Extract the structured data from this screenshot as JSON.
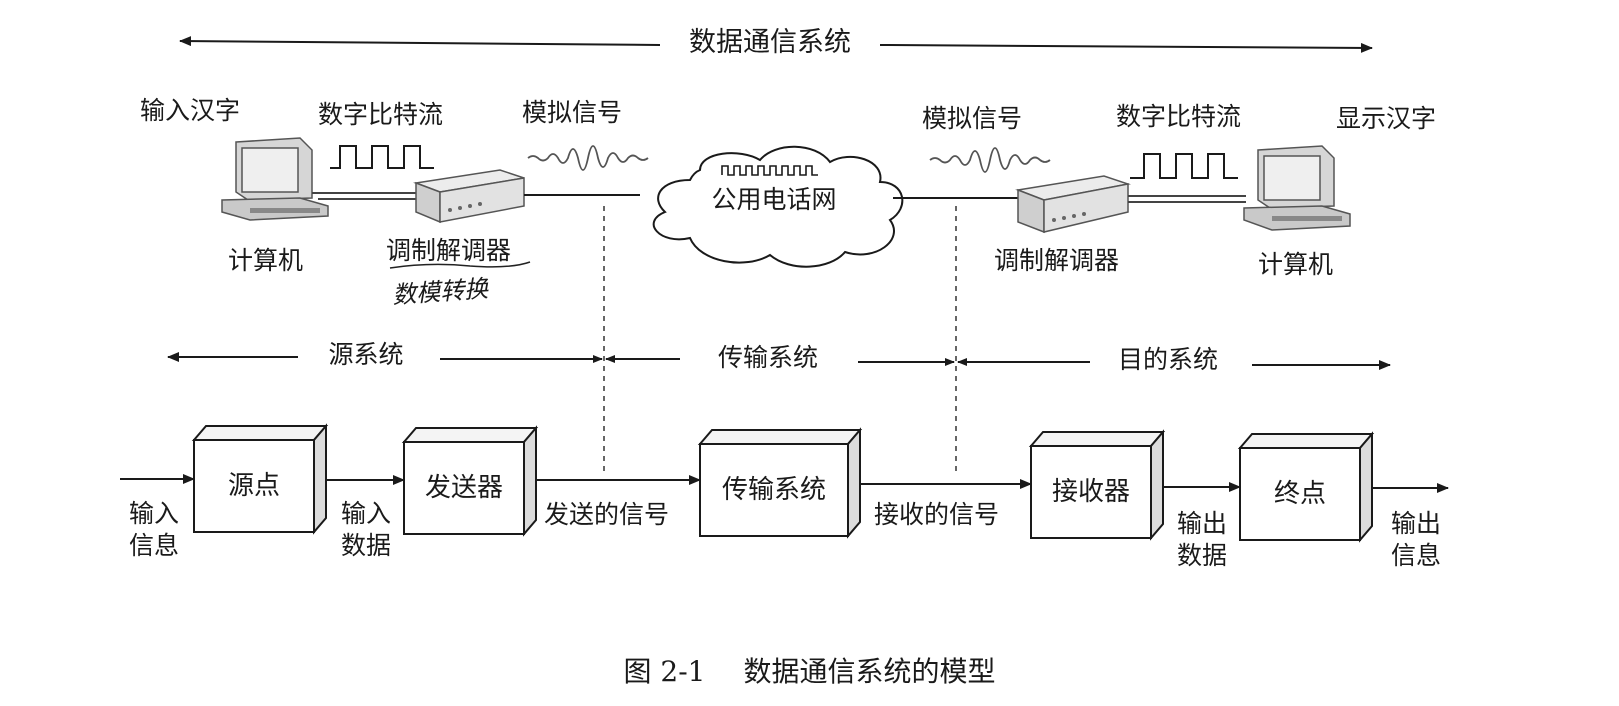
{
  "title": "数据通信系统",
  "top": {
    "left_input_label": "输入汉字",
    "left_bits_label": "数字比特流",
    "left_analog_label": "模拟信号",
    "right_analog_label": "模拟信号",
    "right_bits_label": "数字比特流",
    "right_display_label": "显示汉字",
    "cloud_label": "公用电话网",
    "left_computer_label": "计算机",
    "left_modem_label": "调制解调器",
    "right_modem_label": "调制解调器",
    "right_computer_label": "计算机",
    "handwritten_note": "数模转换"
  },
  "sections": {
    "source": "源系统",
    "transmission": "传输系统",
    "destination": "目的系统"
  },
  "blocks": {
    "source_box": "源点",
    "transmitter_box": "发送器",
    "transmission_box": "传输系统",
    "receiver_box": "接收器",
    "destination_box": "终点"
  },
  "flow_labels": {
    "input_info": [
      "输入",
      "信息"
    ],
    "input_data": [
      "输入",
      "数据"
    ],
    "sent_signal": "发送的信号",
    "received_signal": "接收的信号",
    "output_data": [
      "输出",
      "数据"
    ],
    "output_info": [
      "输出",
      "信息"
    ]
  },
  "caption": {
    "figure_number": "图 2-1",
    "figure_title": "数据通信系统的模型"
  }
}
